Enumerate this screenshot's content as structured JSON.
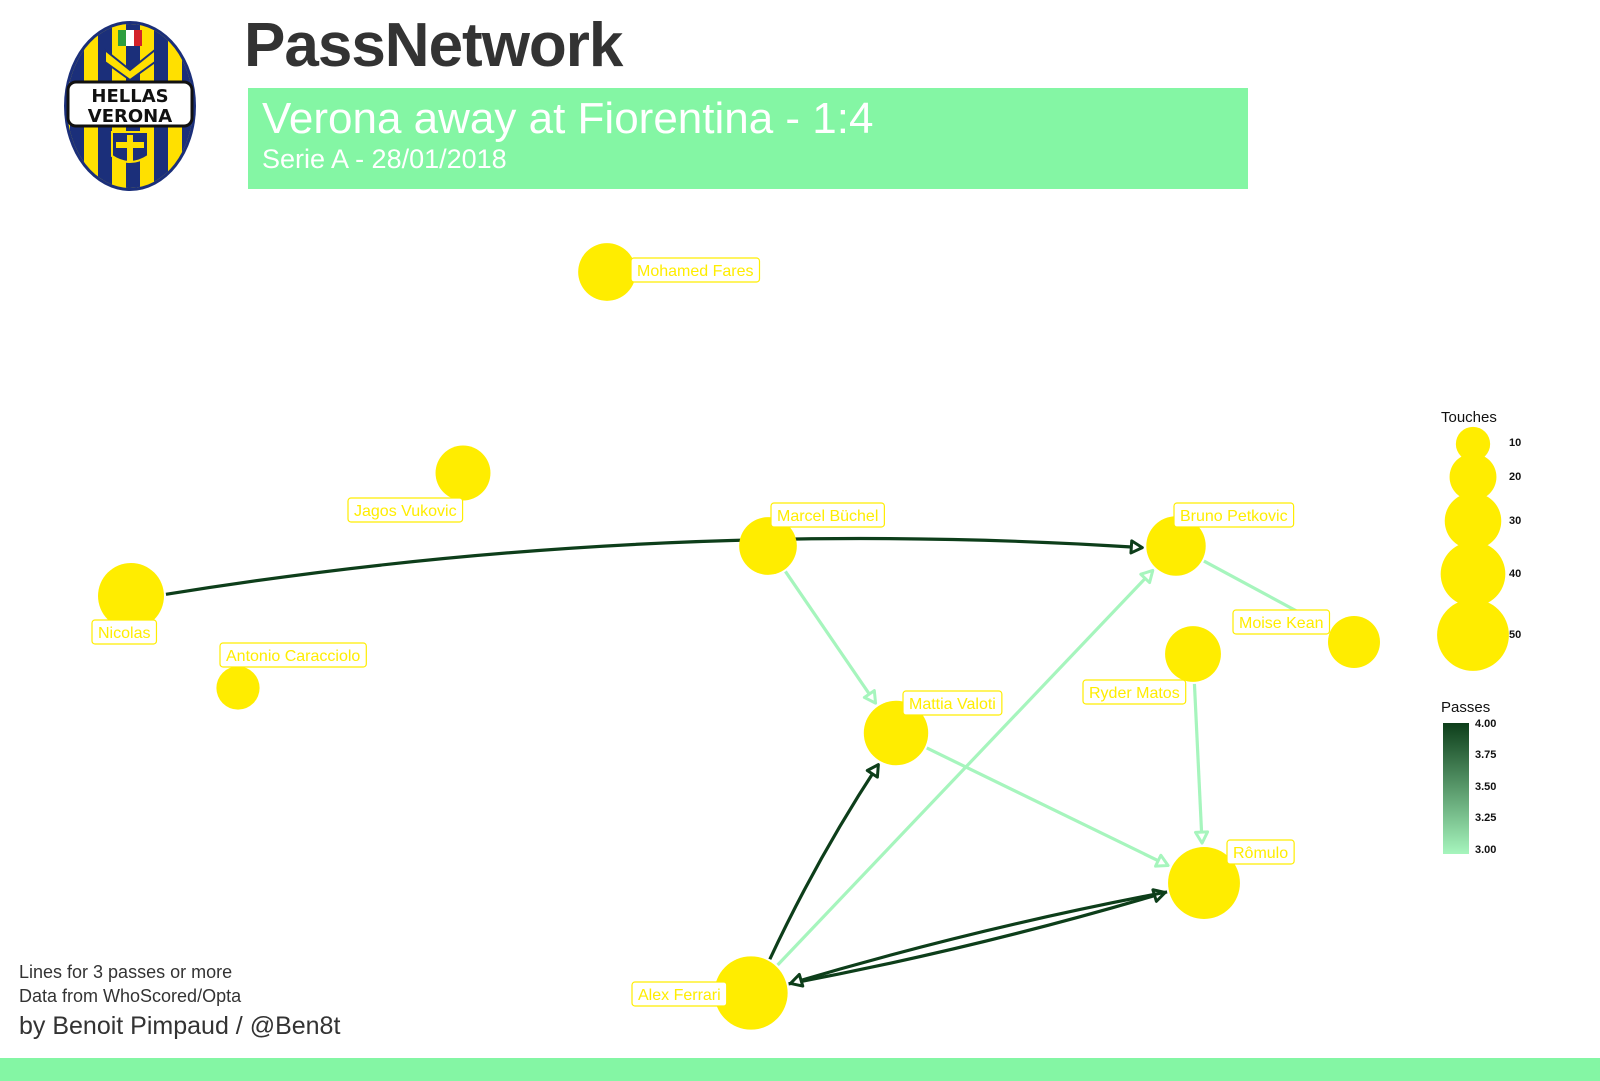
{
  "header": {
    "title": "PassNetwork",
    "match_title": "Verona away at Fiorentina - 1:4",
    "match_subtitle": "Serie A - 28/01/2018"
  },
  "logo": {
    "text_line_1": "HELLAS",
    "text_line_2": "VERONA"
  },
  "colors": {
    "banner": "#84f6a4",
    "node": "#ffed00",
    "label_text": "#ffed00",
    "pass_high": "#0d3e1a",
    "pass_low": "#a6f5bd",
    "logo_blue": "#1b2f7a",
    "logo_yellow": "#ffe000"
  },
  "diagram": {
    "players": [
      {
        "id": "fares",
        "name": "Mohamed Fares",
        "touches": 30
      },
      {
        "id": "vukovic",
        "name": "Jagos Vukovic",
        "touches": 27
      },
      {
        "id": "buchel",
        "name": "Marcel Büchel",
        "touches": 30
      },
      {
        "id": "petkovic",
        "name": "Bruno Petkovic",
        "touches": 32
      },
      {
        "id": "nicolas",
        "name": "Nicolas",
        "touches": 40
      },
      {
        "id": "caracciolo",
        "name": "Antonio Caracciolo",
        "touches": 16
      },
      {
        "id": "kean",
        "name": "Moise Kean",
        "touches": 24
      },
      {
        "id": "matos",
        "name": "Ryder Matos",
        "touches": 28
      },
      {
        "id": "valoti",
        "name": "Mattia Valoti",
        "touches": 38
      },
      {
        "id": "romulo",
        "name": "Rômulo",
        "touches": 48
      },
      {
        "id": "ferrari",
        "name": "Alex Ferrari",
        "touches": 50
      }
    ],
    "passes": [
      {
        "from": "nicolas",
        "to": "petkovic",
        "count": 4,
        "arrow": true
      },
      {
        "from": "ferrari",
        "to": "valoti",
        "count": 4,
        "arrow": true
      },
      {
        "from": "ferrari",
        "to": "romulo",
        "count": 4,
        "arrow": true
      },
      {
        "from": "romulo",
        "to": "ferrari",
        "count": 4,
        "arrow": true
      },
      {
        "from": "buchel",
        "to": "valoti",
        "count": 3,
        "arrow": true
      },
      {
        "from": "valoti",
        "to": "romulo",
        "count": 3,
        "arrow": true
      },
      {
        "from": "ferrari",
        "to": "petkovic",
        "count": 3,
        "arrow": true
      },
      {
        "from": "matos",
        "to": "romulo",
        "count": 3,
        "arrow": true
      },
      {
        "from": "petkovic",
        "to": "kean",
        "count": 3,
        "arrow": false
      }
    ]
  },
  "legend": {
    "touches_title": "Touches",
    "touches_values": [
      10,
      20,
      30,
      40,
      50
    ],
    "touches_labels": [
      "10",
      "20",
      "30",
      "40",
      "50"
    ],
    "passes_title": "Passes",
    "passes_ticks": [
      "4.00",
      "3.75",
      "3.50",
      "3.25",
      "3.00"
    ],
    "passes_range": [
      3,
      4
    ]
  },
  "footer": {
    "note_1": "Lines for 3 passes or more",
    "note_2": "Data from WhoScored/Opta",
    "byline": "by Benoit Pimpaud / @Ben8t"
  }
}
